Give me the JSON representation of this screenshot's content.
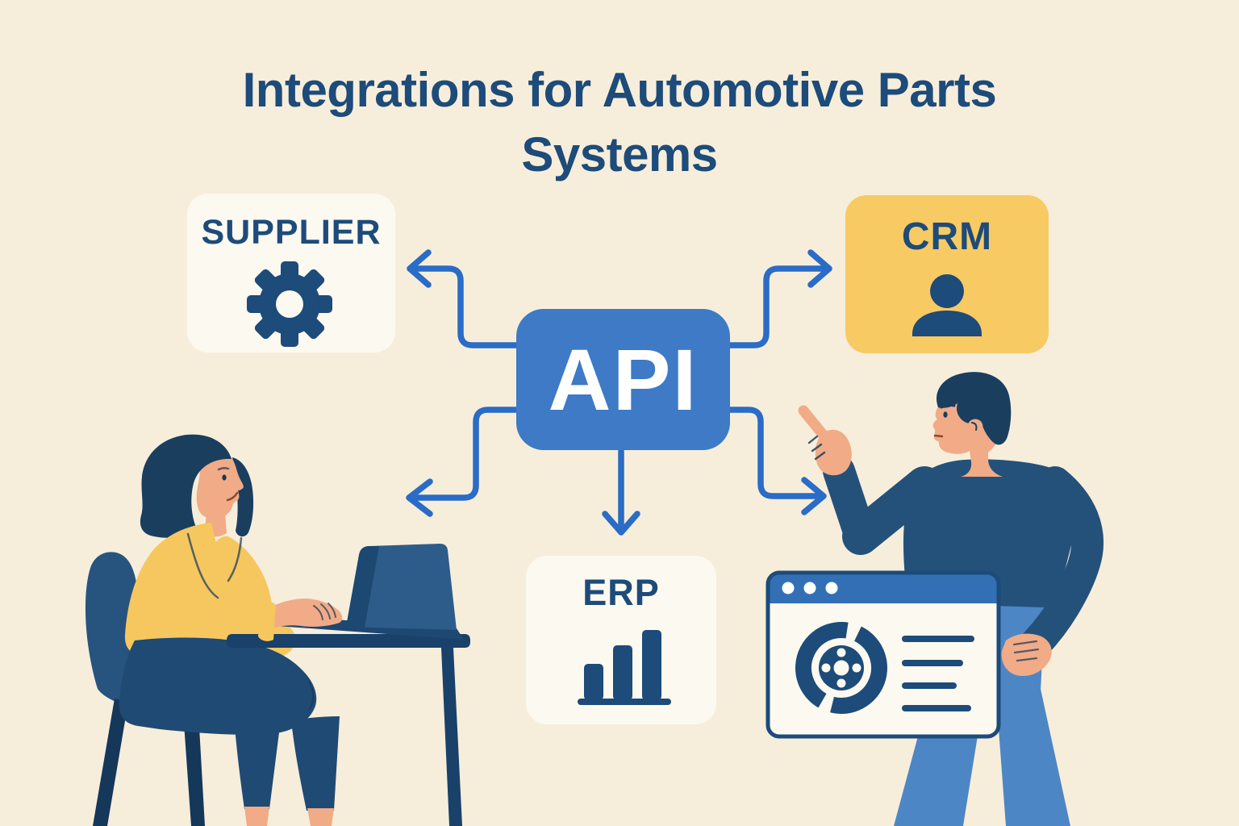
{
  "title": "Integrations for Automotive Parts Systems",
  "diagram": {
    "center": {
      "label": "API"
    },
    "nodes": [
      {
        "id": "supplier",
        "label": "SUPPLIER",
        "icon": "gear-icon"
      },
      {
        "id": "crm",
        "label": "CRM",
        "icon": "user-icon"
      },
      {
        "id": "erp",
        "label": "ERP",
        "icon": "bar-chart-icon"
      }
    ],
    "arrows": [
      "api-to-supplier",
      "api-to-crm",
      "api-to-erp",
      "api-to-lower-left",
      "api-to-lower-right"
    ]
  },
  "illustration": {
    "left_figure": "woman-typing-on-laptop",
    "right_figure": "man-pointing-at-diagram",
    "browser_window": {
      "control_dots": 3,
      "content_icon": "brake-disc-icon",
      "text_lines": 4
    }
  },
  "colors": {
    "bg": "#f6eedb",
    "panel": "#fcf9f0",
    "navy": "#1d4b7a",
    "api_blue": "#3e7ac6",
    "arrow_blue": "#2a6cc6",
    "crm_yellow": "#f8ca63",
    "sweater_yellow": "#f6c75f",
    "skin": "#f1ab86",
    "hair_dark": "#1a3e5e",
    "shirt_navy": "#24517a",
    "pants_blue": "#4d86c5",
    "chair_blue": "#26547f",
    "desk_navy": "#19416a",
    "laptop_navy": "#1c4872",
    "screen_blue": "#2e5c8a",
    "woman_pants": "#1f4a73",
    "leg_dark": "#14375a",
    "window_bar": "#336fb4",
    "white": "#ffffff",
    "mouth": "#8a4a35"
  }
}
